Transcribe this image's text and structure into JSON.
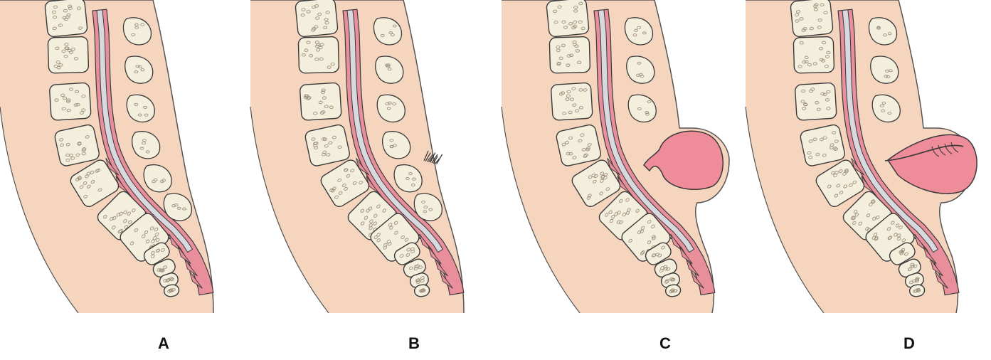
{
  "colors": {
    "skin": "#f6d5be",
    "skin_outline": "#555555",
    "vertebra_fill": "#f4eedc",
    "vertebra_outline": "#3a3a3a",
    "bone_texture": "#9a8f7c",
    "cord": "#d8d9df",
    "dura": "#e98f9c",
    "sac": "#ee8c99",
    "hair": "#333333"
  },
  "panels": [
    {
      "label": "A",
      "condition": "normal"
    },
    {
      "label": "B",
      "condition": "hair-tuft"
    },
    {
      "label": "C",
      "condition": "meningocele"
    },
    {
      "label": "D",
      "condition": "myelomeningocele"
    }
  ]
}
